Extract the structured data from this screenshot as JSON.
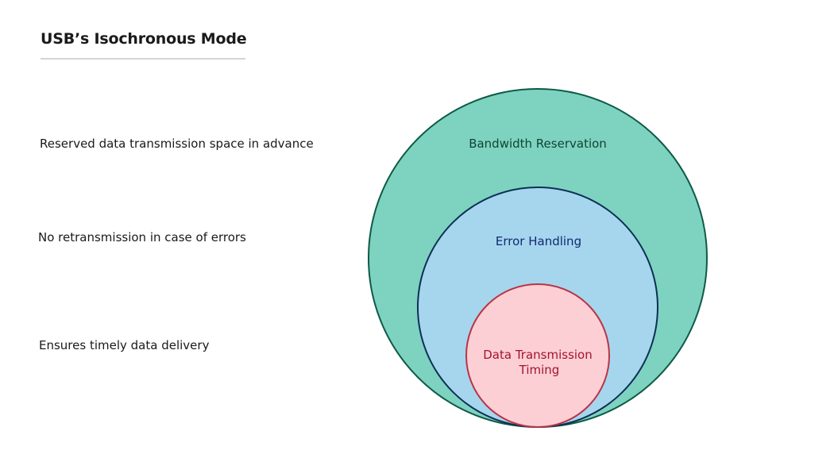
{
  "title": "USB’s Isochronous Mode",
  "descriptions": [
    "Reserved data transmission space in advance",
    "No retransmission in case of errors",
    "Ensures timely data delivery"
  ],
  "circles": [
    {
      "label": "Bandwidth Reservation",
      "fill": "#7dd3c0",
      "stroke": "#0e5a46",
      "text_color": "#0e4434"
    },
    {
      "label": "Error Handling",
      "fill": "#a6d6ee",
      "stroke": "#0e2f55",
      "text_color": "#12296e"
    },
    {
      "label_line1": "Data Transmission",
      "label_line2": "Timing",
      "fill": "#fccfd5",
      "stroke": "#b83545",
      "text_color": "#a3142e"
    }
  ]
}
